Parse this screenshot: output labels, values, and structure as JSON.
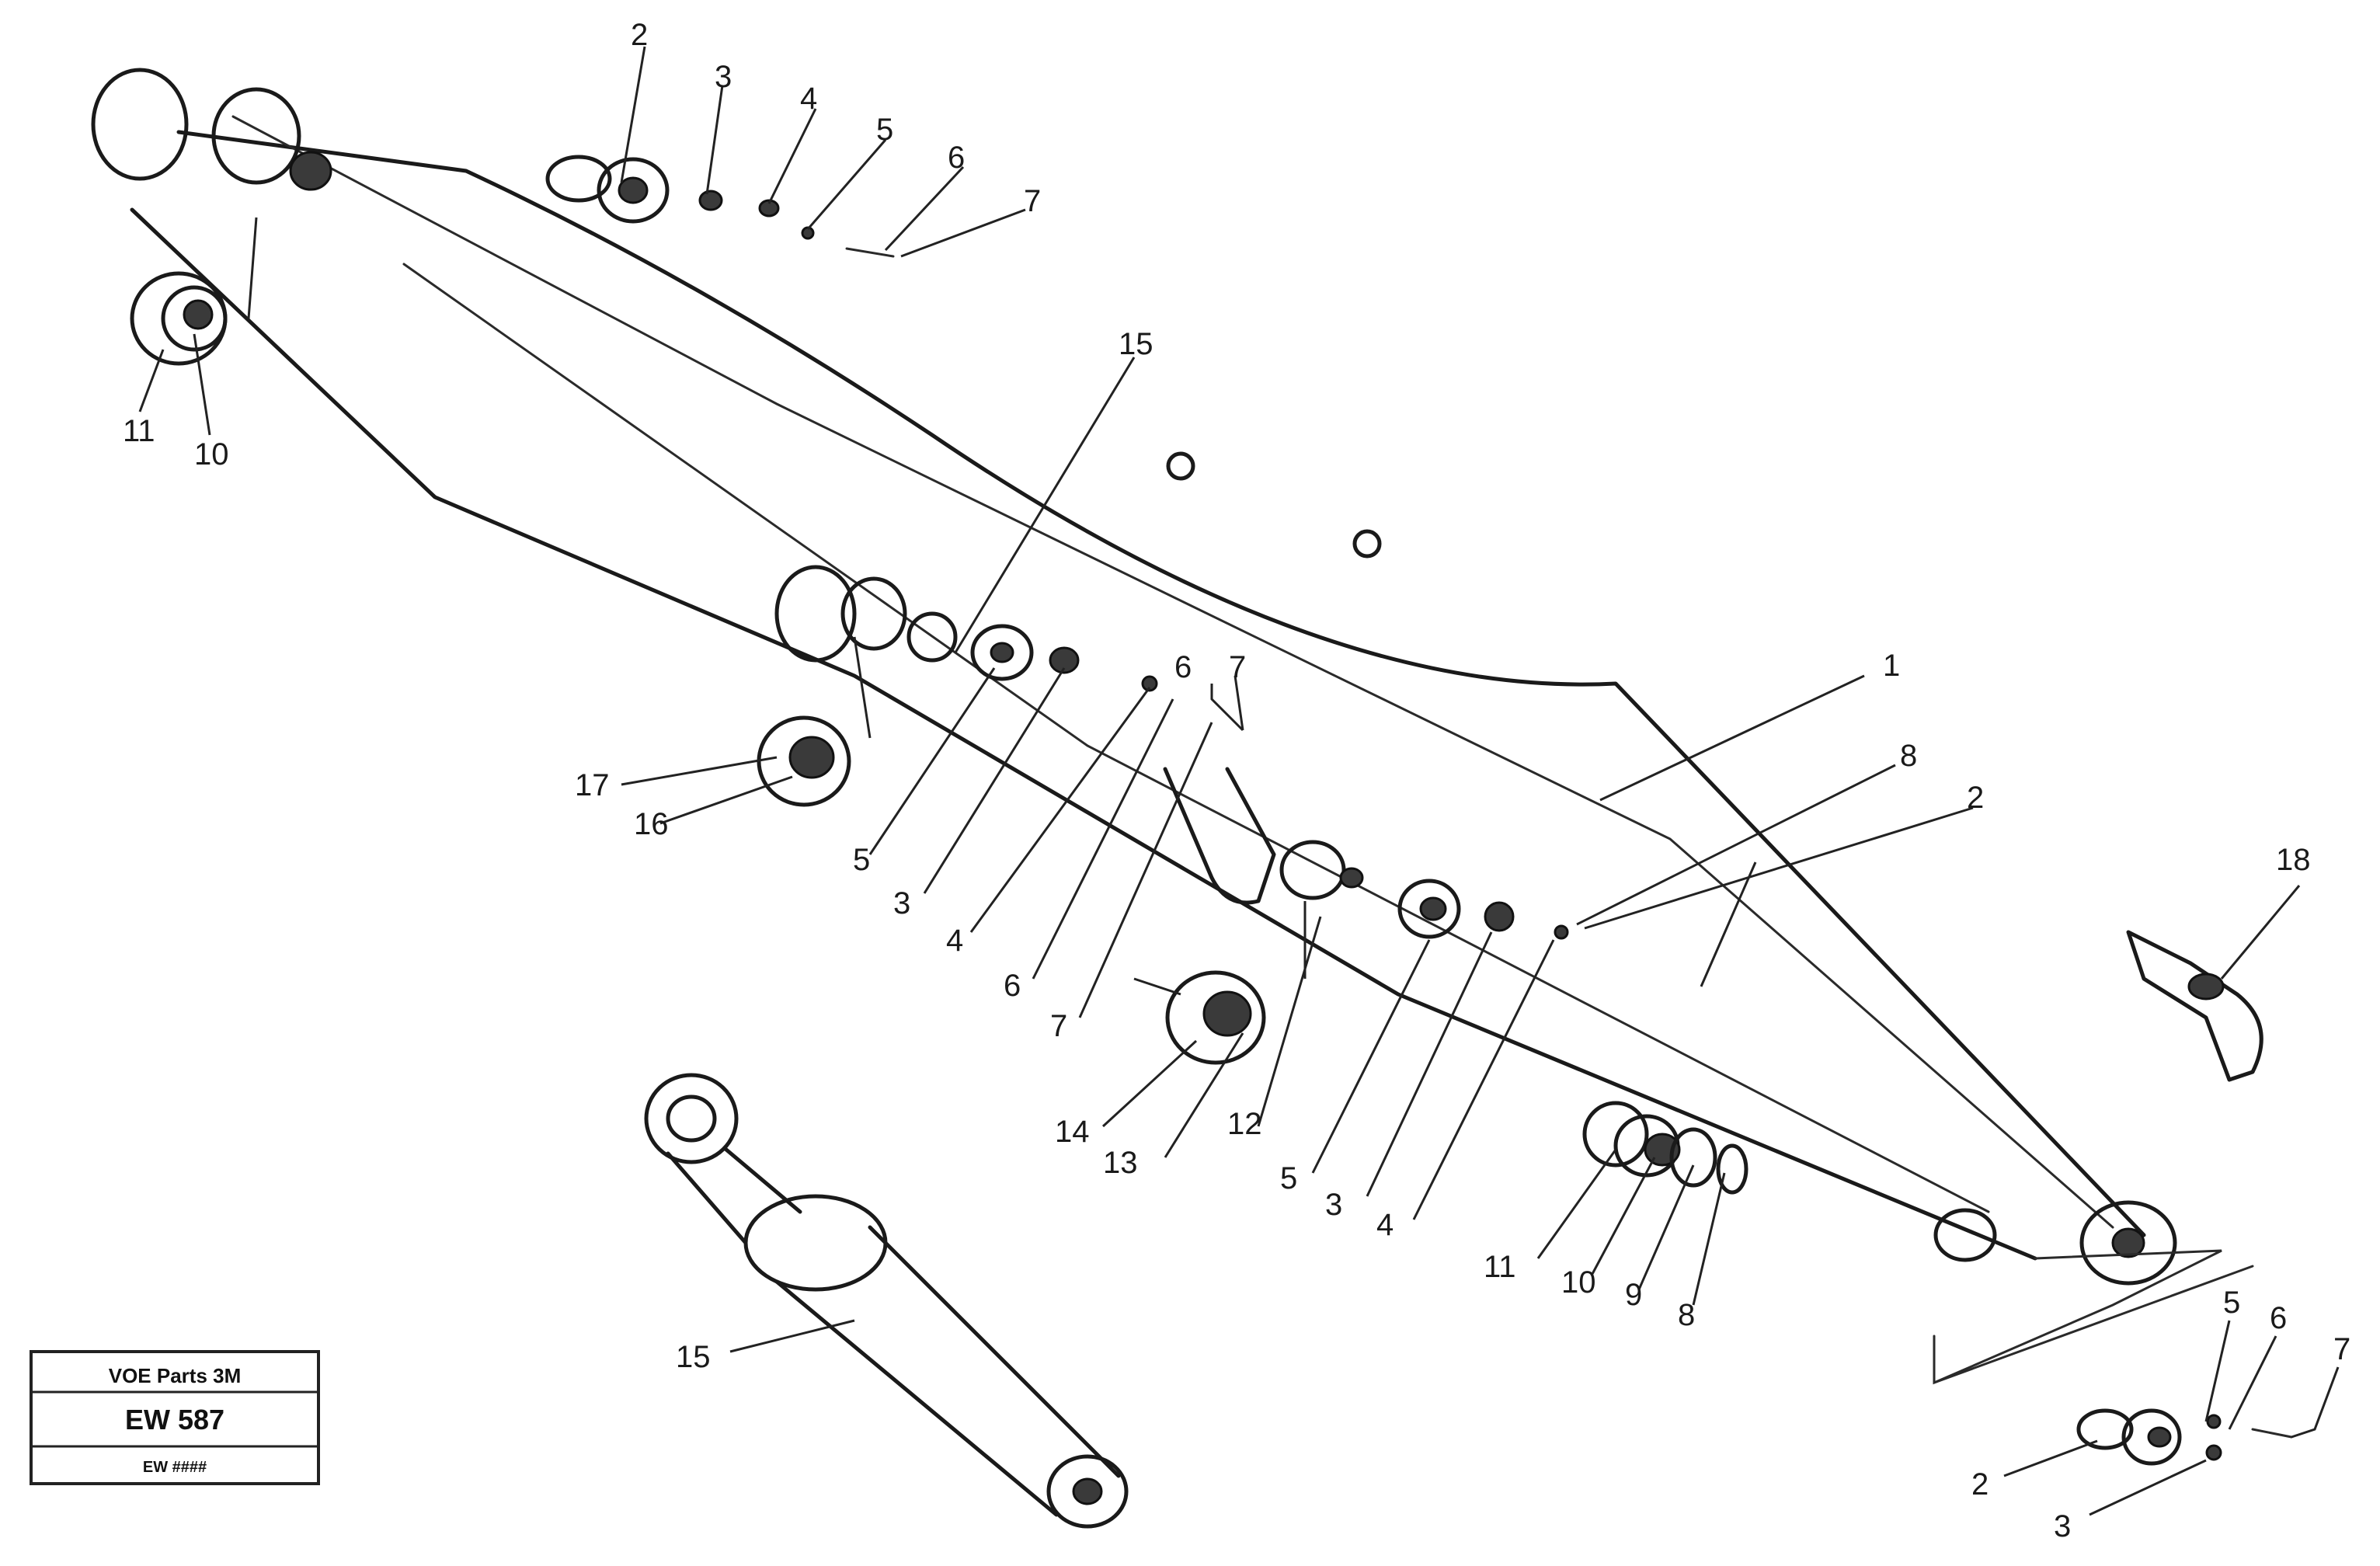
{
  "diagram": {
    "callouts": {
      "c_top_2": "2",
      "c_top_3": "3",
      "c_top_4": "4",
      "c_top_5": "5",
      "c_top_6": "6",
      "c_top_7": "7",
      "c_11_a": "11",
      "c_10_a": "10",
      "c_15_a": "15",
      "c_17": "17",
      "c_16": "16",
      "c_mid_5": "5",
      "c_mid_3": "3",
      "c_mid_4": "4",
      "c_mid_6": "6",
      "c_mid_7": "7",
      "c_mid_7b": "7",
      "c_mid_6b": "6",
      "c_right_1": "1",
      "c_right_8": "8",
      "c_right_2": "2",
      "c_right_18": "18",
      "c_14": "14",
      "c_13": "13",
      "c_12": "12",
      "c_low_5": "5",
      "c_low_3": "3",
      "c_low_4": "4",
      "c_11_b": "11",
      "c_10_b": "10",
      "c_9": "9",
      "c_8": "8",
      "c_15_b": "15",
      "c_br_5": "5",
      "c_br_6": "6",
      "c_br_7": "7",
      "c_br_2": "2",
      "c_br_3": "3"
    },
    "stamp": {
      "line1": "VOE Parts 3M",
      "line2": "EW 587",
      "line3": "EW ####"
    }
  }
}
